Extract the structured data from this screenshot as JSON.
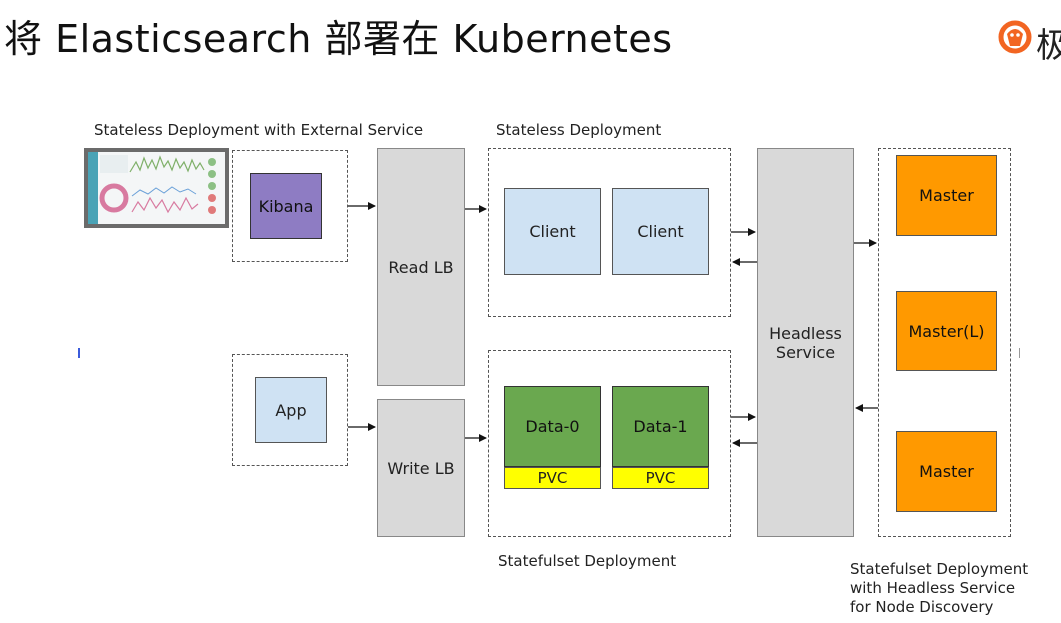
{
  "title": "将 Elasticsearch 部署在 Kubernetes",
  "logo_text": "极",
  "colors": {
    "gray": "#d9d9d9",
    "light_blue": "#cfe2f3",
    "purple": "#8e7cc3",
    "green": "#6aa84f",
    "yellow": "#ffff00",
    "orange": "#ff9900",
    "logo_orange": "#f26522"
  },
  "labels": {
    "stateless_external": "Stateless Deployment with External Service",
    "stateless": "Stateless Deployment",
    "statefulset": "Statefulset Deployment",
    "statefulset_headless_1": "Statefulset Deployment",
    "statefulset_headless_2": "with Headless Service",
    "statefulset_headless_3": "for Node Discovery"
  },
  "nodes": {
    "kibana": "Kibana",
    "app": "App",
    "read_lb": "Read LB",
    "write_lb": "Write LB",
    "client_1": "Client",
    "client_2": "Client",
    "data_0": "Data-0",
    "data_1": "Data-1",
    "pvc_0": "PVC",
    "pvc_1": "PVC",
    "headless_1": "Headless",
    "headless_2": "Service",
    "master_1": "Master",
    "master_2": "Master(L)",
    "master_3": "Master"
  }
}
